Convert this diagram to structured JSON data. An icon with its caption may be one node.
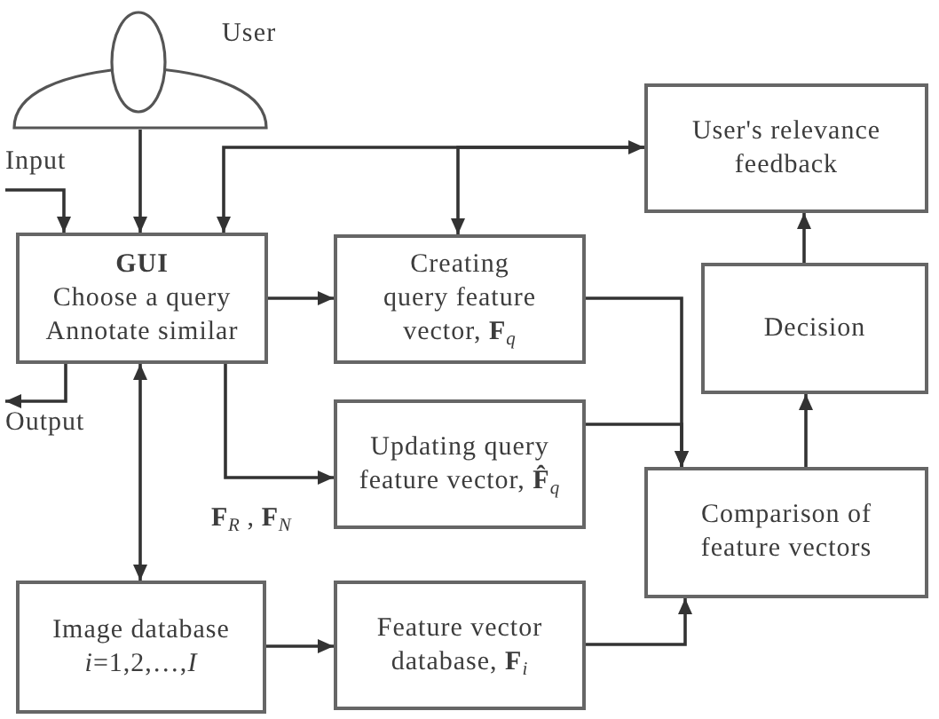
{
  "diagram": {
    "nodes": [
      {
        "text": [],
        "shape": "person",
        "beside": [
          "User"
        ]
      },
      {
        "text": [
          "User's relevance feedback"
        ]
      },
      {
        "text": [
          "Input"
        ]
      },
      {
        "text": [
          "GUI",
          "Choose a query",
          "Annotate similar"
        ]
      },
      {
        "text": [
          "Creating query feature vector, **F**$_{q}$"
        ]
      },
      {
        "text": [
          "Decision"
        ]
      },
      {
        "text": [
          "Output"
        ]
      },
      {
        "text": [
          "Updating query feature vector, **F̂**$_{q}$"
        ]
      },
      {
        "text": [
          "Comparison of feature vectors"
        ]
      },
      {
        "text": [
          "Image database",
          "*i*=1,2,…,*I*"
        ]
      },
      {
        "text": [
          "Feature vector database, **F**$_{i}$"
        ]
      }
    ],
    "edges": [
      {
        "from": 0,
        "to": 3,
        "arrow": "to"
      },
      {
        "from": 2,
        "to": 3,
        "arrow": "to"
      },
      {
        "from": 3,
        "to": 1,
        "arrow": "both"
      },
      {
        "from": 1,
        "to": 4,
        "arrow": "to"
      },
      {
        "from": 3,
        "to": 4,
        "arrow": "to"
      },
      {
        "from": 3,
        "to": 6,
        "arrow": "to"
      },
      {
        "from": 3,
        "to": 7,
        "arrow": "to",
        "label": "**F**$_{R}$ , **F**$_{N}$"
      },
      {
        "from": 3,
        "to": 9,
        "arrow": "both"
      },
      {
        "from": 9,
        "to": 10,
        "arrow": "to"
      },
      {
        "from": 4,
        "to": 8,
        "arrow": "to"
      },
      {
        "from": 7,
        "to": 8,
        "arrow": "to"
      },
      {
        "from": 10,
        "to": 8,
        "arrow": "to"
      },
      {
        "from": 8,
        "to": 5,
        "arrow": "to"
      },
      {
        "from": 5,
        "to": 1,
        "arrow": "to"
      }
    ]
  }
}
